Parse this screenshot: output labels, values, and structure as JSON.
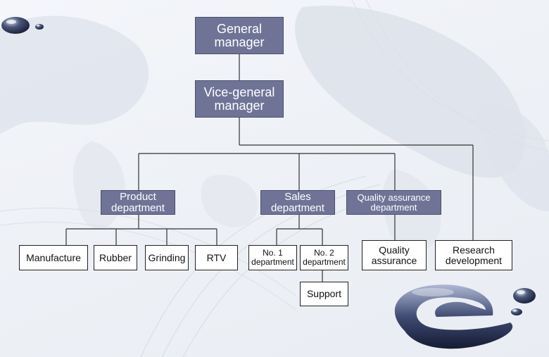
{
  "chart": {
    "general_manager": [
      "General",
      "manager"
    ],
    "vice_general_manager": [
      "Vice-general",
      "manager"
    ],
    "product_department": [
      "Product",
      "department"
    ],
    "sales_department": [
      "Sales",
      "department"
    ],
    "quality_assurance_department": [
      "Quality assurance",
      "department"
    ],
    "manufacture": "Manufacture",
    "rubber": "Rubber",
    "grinding": "Grinding",
    "rtv": "RTV",
    "no1_department": [
      "No. 1",
      "department"
    ],
    "no2_department": [
      "No. 2",
      "department"
    ],
    "support": "Support",
    "quality_assurance": [
      "Quality",
      "assurance"
    ],
    "research_development": [
      "Research",
      "development"
    ]
  },
  "colors": {
    "dark_box_fill": "#6f7497",
    "dark_box_text": "#ffffff",
    "light_box_fill": "#ffffff",
    "connector": "#333333"
  },
  "decorations": {
    "background_icons": [
      "world-map-background",
      "droplet-icon",
      "e-logo-icon"
    ]
  }
}
